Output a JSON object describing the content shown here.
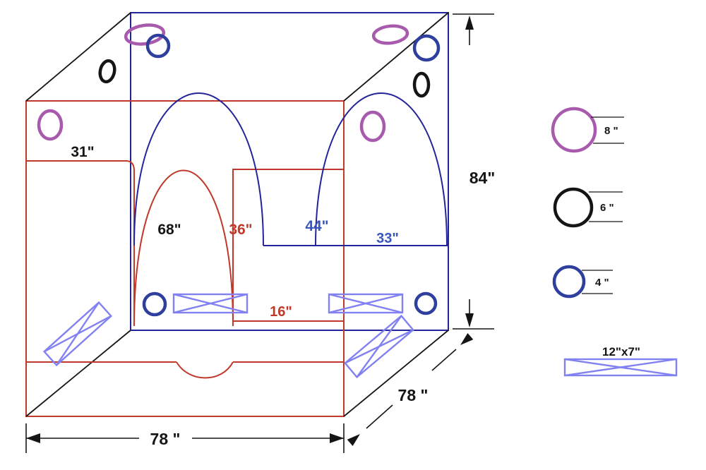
{
  "colors": {
    "red": "#c0392b",
    "navy": "#23239a",
    "black": "#151515",
    "purple": "#a85aad",
    "port_blue": "#2e3f9e",
    "vent": "#8181f2",
    "dim_blue": "#3656c0"
  },
  "labels": {
    "dim_31": "31\"",
    "dim_68": "68\"",
    "dim_36": "36\"",
    "dim_44": "44\"",
    "dim_33": "33\"",
    "dim_16": "16\"",
    "dim_84": "84\"",
    "dim_78_width": "78 \"",
    "dim_78_depth": "78 \""
  },
  "legend": {
    "items": [
      {
        "name": "port-8-inch",
        "label": "8 \"",
        "shape": "ring",
        "color": "#a85aad"
      },
      {
        "name": "port-6-inch",
        "label": "6 \"",
        "shape": "ring",
        "color": "#151515"
      },
      {
        "name": "port-4-inch",
        "label": "4 \"",
        "shape": "ring",
        "color": "#2e3f9e"
      },
      {
        "name": "vent-12x7",
        "label": "12\"x7\"",
        "shape": "crossed-rect",
        "color": "#8181f2"
      }
    ]
  }
}
